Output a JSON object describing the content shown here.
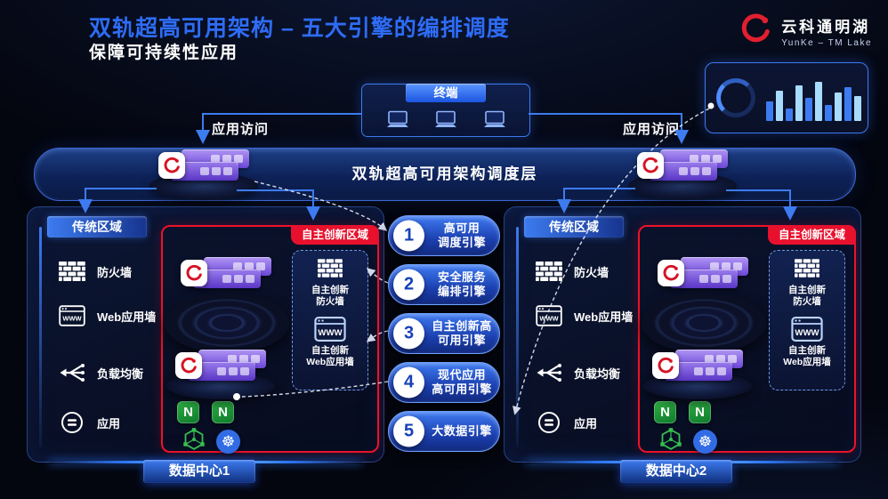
{
  "header": {
    "title": "双轨超高可用架构 – 五大引擎的编排调度",
    "subtitle": "保障可持续性应用"
  },
  "logo": {
    "name": "云科通明湖",
    "tagline": "YunKe – TM Lake"
  },
  "terminal": {
    "label": "终端"
  },
  "access": {
    "left": "应用访问",
    "right": "应用访问"
  },
  "layer": {
    "label": "双轨超高可用架构调度层"
  },
  "engines": [
    {
      "num": "1",
      "line1": "高可用",
      "line2": "调度引擎"
    },
    {
      "num": "2",
      "line1": "安全服务",
      "line2": "编排引擎"
    },
    {
      "num": "3",
      "line1": "自主创新高",
      "line2": "可用引擎"
    },
    {
      "num": "4",
      "line1": "现代应用",
      "line2": "高可用引擎"
    },
    {
      "num": "5",
      "line1": "大数据引擎",
      "line2": ""
    }
  ],
  "icons": {
    "www": "WWW",
    "nginx": "N",
    "k8s": "☸"
  },
  "datacenters": [
    {
      "name": "数据中心1",
      "traditional": {
        "title": "传统区域",
        "items": [
          {
            "label": "防火墙"
          },
          {
            "label": "Web应用墙"
          },
          {
            "label": "负载均衡"
          },
          {
            "label": "应用"
          }
        ]
      },
      "innovation": {
        "title": "自主创新区域",
        "fw_line1": "自主创新",
        "fw_line2": "防火墙",
        "waf_line1": "自主创新",
        "waf_line2": "Web应用墙"
      }
    },
    {
      "name": "数据中心2",
      "traditional": {
        "title": "传统区域",
        "items": [
          {
            "label": "防火墙"
          },
          {
            "label": "Web应用墙"
          },
          {
            "label": "负载均衡"
          },
          {
            "label": "应用"
          }
        ]
      },
      "innovation": {
        "title": "自主创新区域",
        "fw_line1": "自主创新",
        "fw_line2": "防火墙",
        "waf_line1": "自主创新",
        "waf_line2": "Web应用墙"
      }
    }
  ],
  "colors": {
    "accent_blue": "#3d7bf0",
    "title_blue": "#2e6cf6",
    "brand_red": "#d61324",
    "zone_red": "#e8112d",
    "nginx_green": "#0f9a38",
    "k8s_blue": "#326ce5",
    "card_purple": "#7c55e0"
  }
}
